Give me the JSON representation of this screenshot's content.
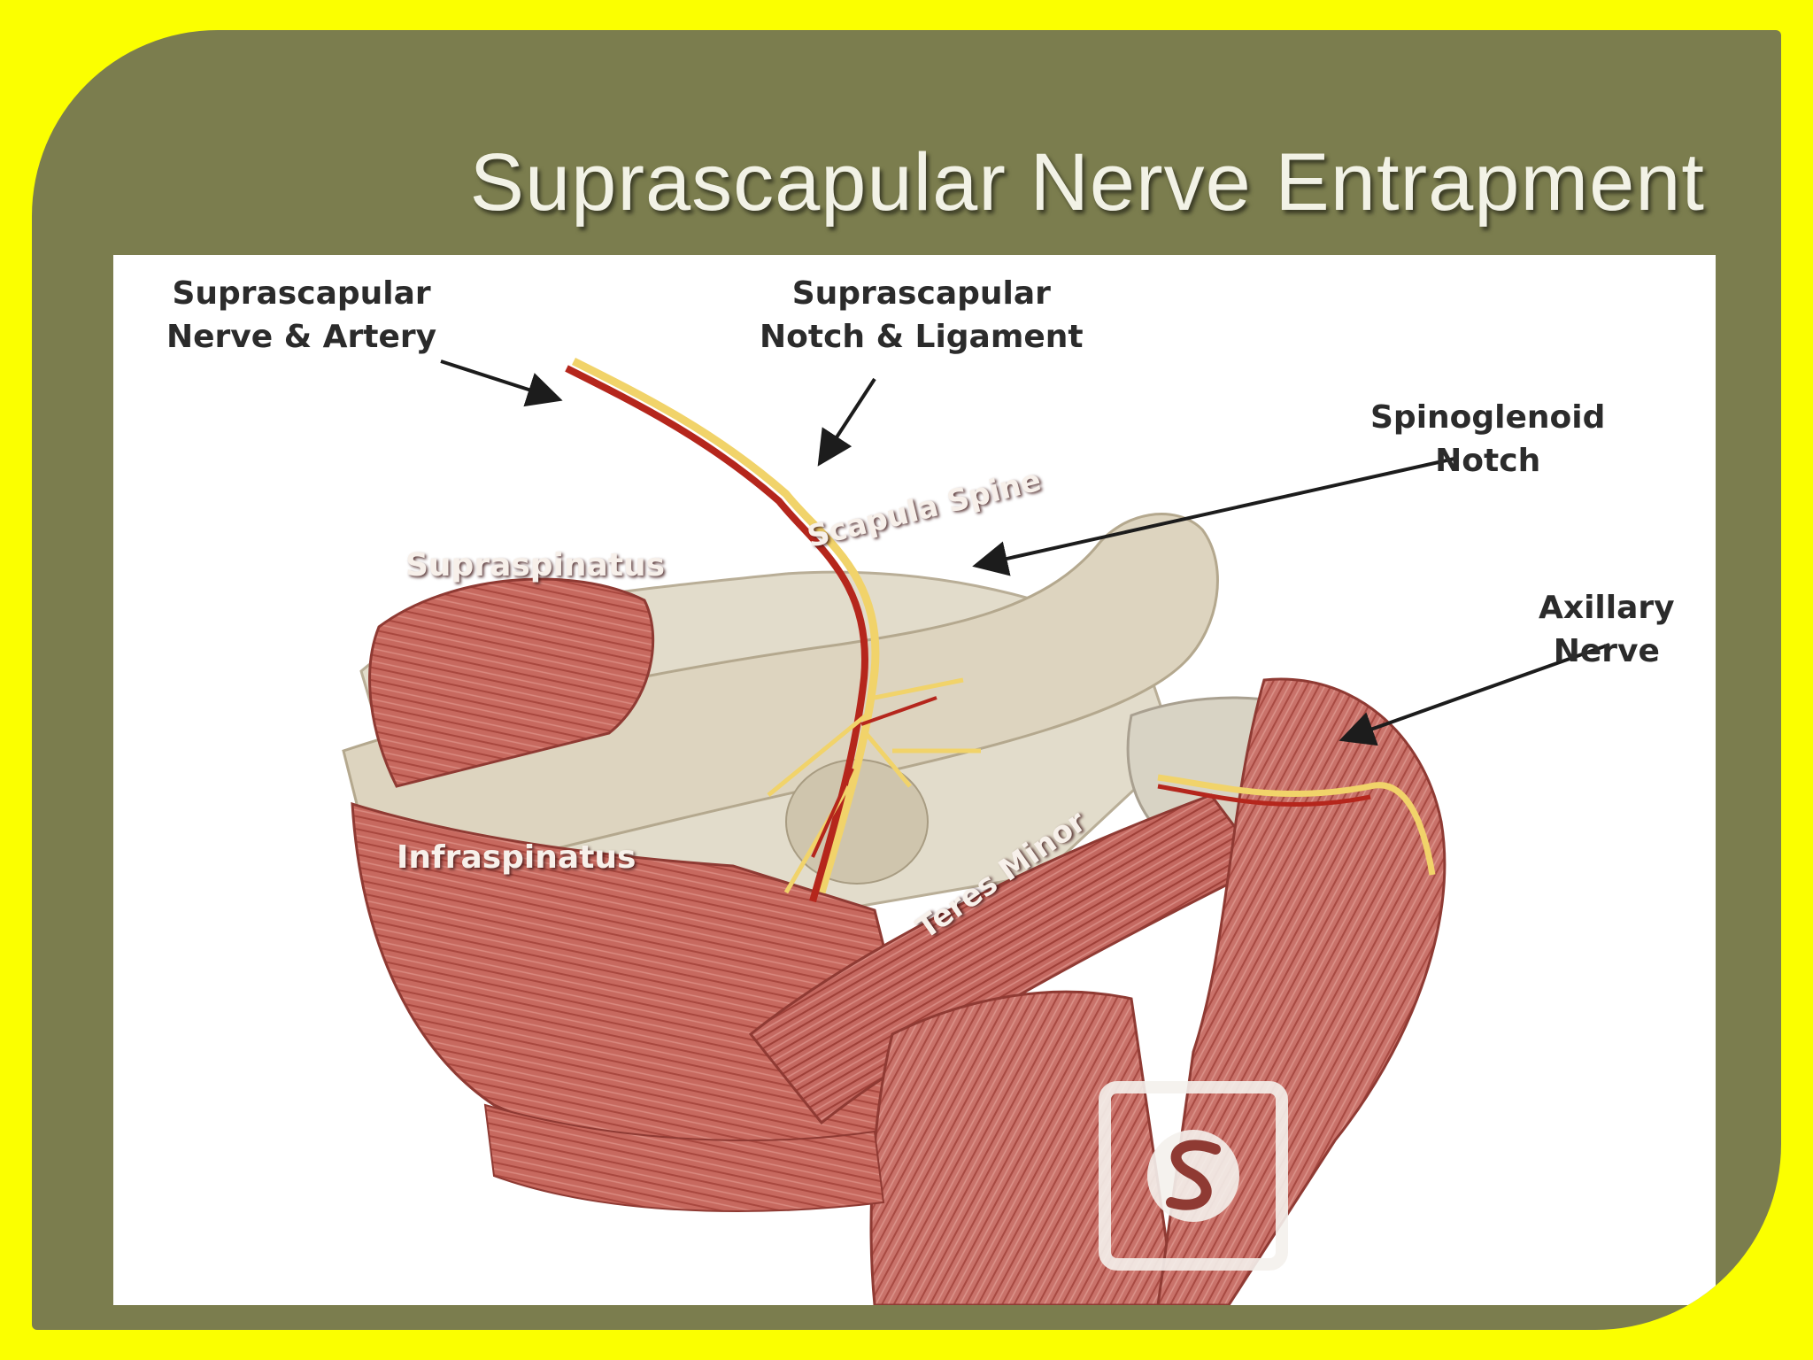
{
  "slide": {
    "title": "Suprascapular Nerve Entrapment"
  },
  "figure": {
    "callouts": {
      "nerve_artery": [
        "Suprascapular",
        "Nerve & Artery"
      ],
      "notch_ligament": [
        "Suprascapular",
        "Notch & Ligament"
      ],
      "spinoglenoid": [
        "Spinoglenoid",
        "Notch"
      ],
      "axillary": [
        "Axillary",
        "Nerve"
      ]
    },
    "structures": {
      "supraspinatus": "Supraspinatus",
      "scapula_spine": "Scapula Spine",
      "infraspinatus": "Infraspinatus",
      "teres_minor": "Teres Minor"
    }
  },
  "colors": {
    "background": "#fbff00",
    "slide": "#7b7d4e",
    "muscle": "#c56a60",
    "bone": "#ddd6c4",
    "nerve": "#f1d36a",
    "artery": "#b5261c"
  }
}
